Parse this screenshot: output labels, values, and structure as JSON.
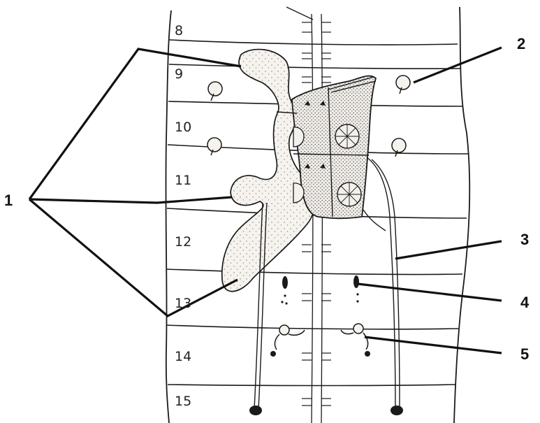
{
  "segments": [
    "8",
    "9",
    "10",
    "11",
    "12",
    "13",
    "14",
    "15"
  ],
  "callouts": [
    "1",
    "2",
    "3",
    "4",
    "5"
  ],
  "colors": {
    "ink": "#1a1a1a",
    "sac_fill": "#f4f1ec",
    "stipple": "#8a8a8a"
  }
}
